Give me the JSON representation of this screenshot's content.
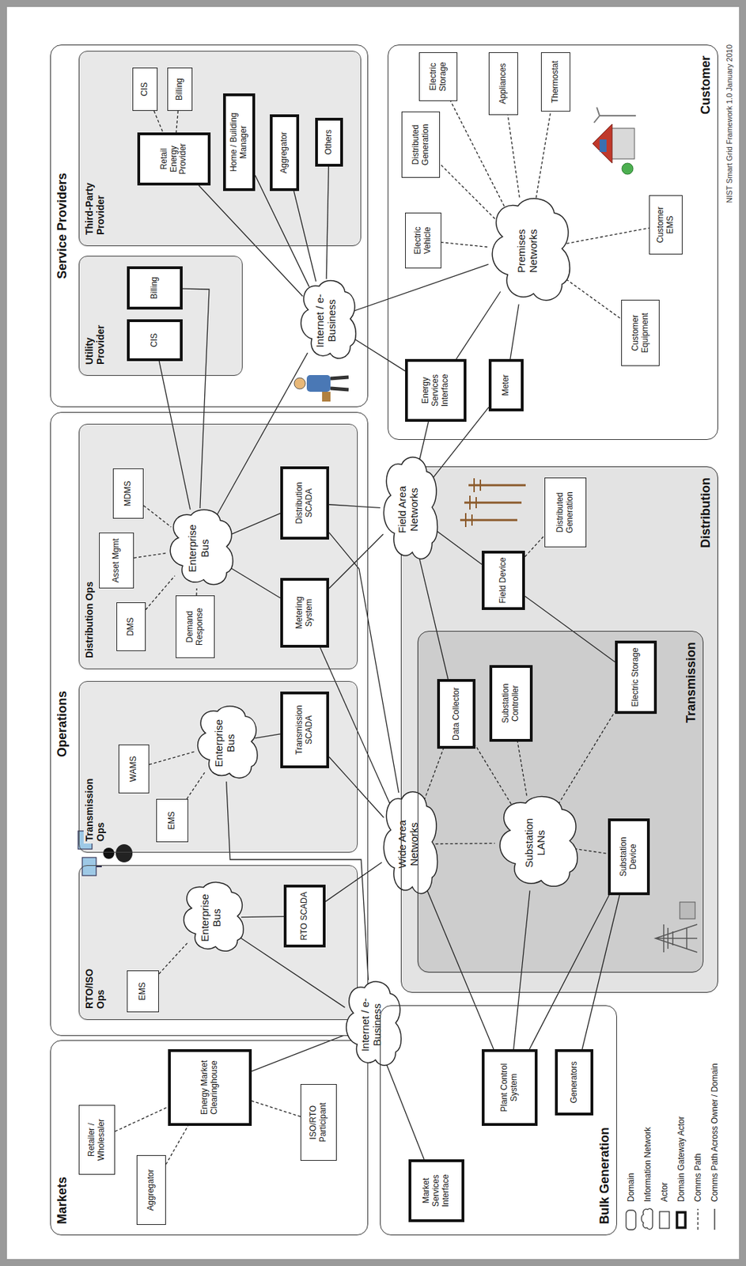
{
  "diagram": {
    "nodes": [
      {
        "text": [
          "Markets"
        ]
      },
      {
        "text": [
          "Retailer / Wholesaler"
        ],
        "in": 0
      },
      {
        "text": [
          "Aggregator"
        ],
        "in": 0
      },
      {
        "text": [
          "Energy Market Clearinghouse"
        ],
        "in": 0
      },
      {
        "text": [
          "ISO/RTO Participant"
        ],
        "in": 0
      },
      {
        "text": [
          "Operations"
        ]
      },
      {
        "text": [
          "RTO/ISO Ops"
        ],
        "in": 5
      },
      {
        "text": [
          "EMS"
        ],
        "in": 6
      },
      {
        "text": [
          "Enterprise Bus"
        ],
        "in": 6
      },
      {
        "text": [
          "RTO SCADA"
        ],
        "in": 6
      },
      {
        "text": [
          "Transmission Ops"
        ],
        "in": 5
      },
      {
        "text": [
          "EMS"
        ],
        "in": 10
      },
      {
        "text": [
          "WAMS"
        ],
        "in": 10
      },
      {
        "text": [
          "Enterprise Bus"
        ],
        "in": 10
      },
      {
        "text": [
          "Transmission SCADA"
        ],
        "in": 10
      },
      {
        "text": [
          "Distribution Ops"
        ],
        "in": 5
      },
      {
        "text": [
          "DMS"
        ],
        "in": 15
      },
      {
        "text": [
          "Asset Mgmt"
        ],
        "in": 15
      },
      {
        "text": [
          "MDMS"
        ],
        "in": 15
      },
      {
        "text": [
          "Demand Response"
        ],
        "in": 15
      },
      {
        "text": [
          "Enterprise Bus"
        ],
        "in": 15
      },
      {
        "text": [
          "Metering System"
        ],
        "in": 15
      },
      {
        "text": [
          "Distribution SCADA"
        ],
        "in": 15
      },
      {
        "text": [
          "Service Providers"
        ]
      },
      {
        "text": [
          "Utility Provider"
        ],
        "in": 23
      },
      {
        "text": [
          "CIS"
        ],
        "in": 24
      },
      {
        "text": [
          "Billing"
        ],
        "in": 24
      },
      {
        "text": [
          "Third-Party Provider"
        ],
        "in": 23
      },
      {
        "text": [
          "CIS"
        ],
        "in": 27
      },
      {
        "text": [
          "Billing"
        ],
        "in": 27
      },
      {
        "text": [
          "Retail Energy Provider"
        ],
        "in": 27
      },
      {
        "text": [
          "Home / Building Manager"
        ],
        "in": 27
      },
      {
        "text": [
          "Aggregator"
        ],
        "in": 27
      },
      {
        "text": [
          "Others"
        ],
        "in": 27
      },
      {
        "text": [
          "Internet / e-Business"
        ],
        "in": 23
      },
      {
        "text": [
          "Internet / e-Business"
        ]
      },
      {
        "text": [
          "Bulk Generation"
        ]
      },
      {
        "text": [
          "Market Services Interface"
        ],
        "in": 36
      },
      {
        "text": [
          "Plant Control System"
        ],
        "in": 36
      },
      {
        "text": [
          "Generators"
        ],
        "in": 36
      },
      {
        "text": [
          "Wide Area Networks"
        ]
      },
      {
        "text": [
          "Distribution"
        ]
      },
      {
        "text": [
          "Transmission"
        ],
        "in": 41
      },
      {
        "text": [
          "Substation LANs"
        ],
        "in": 42
      },
      {
        "text": [
          "Data Collector"
        ],
        "in": 42
      },
      {
        "text": [
          "Substation Controller"
        ],
        "in": 42
      },
      {
        "text": [
          "Substation Device"
        ],
        "in": 42
      },
      {
        "text": [
          "Electric Storage"
        ],
        "in": 42
      },
      {
        "text": [
          "Field Device"
        ],
        "in": 41
      },
      {
        "text": [
          "Distributed Generation"
        ],
        "in": 41
      },
      {
        "text": [
          "Field Area Networks"
        ]
      },
      {
        "text": [
          "Customer"
        ]
      },
      {
        "text": [
          "Energy Services Interface"
        ],
        "in": 51
      },
      {
        "text": [
          "Meter"
        ],
        "in": 51
      },
      {
        "text": [
          "Premises Networks"
        ],
        "in": 51
      },
      {
        "text": [
          "Electric Vehicle"
        ],
        "in": 51
      },
      {
        "text": [
          "Distributed Generation"
        ],
        "in": 51
      },
      {
        "text": [
          "Electric Storage"
        ],
        "in": 51
      },
      {
        "text": [
          "Appliances"
        ],
        "in": 51
      },
      {
        "text": [
          "Thermostat"
        ],
        "in": 51
      },
      {
        "text": [
          "Customer Equipment"
        ],
        "in": 51
      },
      {
        "text": [
          "Customer EMS"
        ],
        "in": 51
      }
    ],
    "edges": [
      {
        "from": 1,
        "to": 3,
        "arrow": "none"
      },
      {
        "from": 2,
        "to": 3,
        "arrow": "none"
      },
      {
        "from": 4,
        "to": 3,
        "arrow": "none"
      },
      {
        "from": 3,
        "to": 35,
        "arrow": "none"
      },
      {
        "from": 7,
        "to": 8,
        "arrow": "none"
      },
      {
        "from": 8,
        "to": 9,
        "arrow": "none"
      },
      {
        "from": 8,
        "to": 35,
        "arrow": "none"
      },
      {
        "from": 9,
        "to": 40,
        "arrow": "none"
      },
      {
        "from": 13,
        "to": 35,
        "arrow": "none"
      },
      {
        "from": 11,
        "to": 13,
        "arrow": "none"
      },
      {
        "from": 12,
        "to": 13,
        "arrow": "none"
      },
      {
        "from": 13,
        "to": 14,
        "arrow": "none"
      },
      {
        "from": 14,
        "to": 40,
        "arrow": "none"
      },
      {
        "from": 16,
        "to": 20,
        "arrow": "none"
      },
      {
        "from": 17,
        "to": 20,
        "arrow": "none"
      },
      {
        "from": 18,
        "to": 20,
        "arrow": "none"
      },
      {
        "from": 19,
        "to": 20,
        "arrow": "none"
      },
      {
        "from": 20,
        "to": 21,
        "arrow": "none"
      },
      {
        "from": 20,
        "to": 22,
        "arrow": "none"
      },
      {
        "from": 20,
        "to": 25,
        "arrow": "none"
      },
      {
        "from": 20,
        "to": 26,
        "arrow": "none"
      },
      {
        "from": 20,
        "to": 34,
        "arrow": "none"
      },
      {
        "from": 21,
        "to": 50,
        "arrow": "none"
      },
      {
        "from": 21,
        "to": 40,
        "arrow": "none"
      },
      {
        "from": 22,
        "to": 50,
        "arrow": "none"
      },
      {
        "from": 22,
        "to": 40,
        "arrow": "none"
      },
      {
        "from": 28,
        "to": 30,
        "arrow": "none"
      },
      {
        "from": 29,
        "to": 30,
        "arrow": "none"
      },
      {
        "from": 30,
        "to": 34,
        "arrow": "none"
      },
      {
        "from": 31,
        "to": 34,
        "arrow": "none"
      },
      {
        "from": 32,
        "to": 34,
        "arrow": "none"
      },
      {
        "from": 33,
        "to": 34,
        "arrow": "none"
      },
      {
        "from": 34,
        "to": 52,
        "arrow": "none"
      },
      {
        "from": 34,
        "to": 54,
        "arrow": "none"
      },
      {
        "from": 52,
        "to": 54,
        "arrow": "none"
      },
      {
        "from": 53,
        "to": 54,
        "arrow": "none"
      },
      {
        "from": 52,
        "to": 50,
        "arrow": "none"
      },
      {
        "from": 53,
        "to": 50,
        "arrow": "none"
      },
      {
        "from": 54,
        "to": 55,
        "arrow": "none"
      },
      {
        "from": 54,
        "to": 56,
        "arrow": "none"
      },
      {
        "from": 54,
        "to": 57,
        "arrow": "none"
      },
      {
        "from": 54,
        "to": 58,
        "arrow": "none"
      },
      {
        "from": 54,
        "to": 59,
        "arrow": "none"
      },
      {
        "from": 54,
        "to": 60,
        "arrow": "none"
      },
      {
        "from": 54,
        "to": 61,
        "arrow": "none"
      },
      {
        "from": 50,
        "to": 44,
        "arrow": "none"
      },
      {
        "from": 50,
        "to": 48,
        "arrow": "none"
      },
      {
        "from": 48,
        "to": 49,
        "arrow": "none"
      },
      {
        "from": 48,
        "to": 47,
        "arrow": "none"
      },
      {
        "from": 40,
        "to": 43,
        "arrow": "none"
      },
      {
        "from": 43,
        "to": 44,
        "arrow": "none"
      },
      {
        "from": 43,
        "to": 45,
        "arrow": "none"
      },
      {
        "from": 43,
        "to": 47,
        "arrow": "none"
      },
      {
        "from": 43,
        "to": 46,
        "arrow": "none"
      },
      {
        "from": 40,
        "to": 44,
        "arrow": "none"
      },
      {
        "from": 43,
        "to": 38,
        "arrow": "none"
      },
      {
        "from": 40,
        "to": 38,
        "arrow": "none"
      },
      {
        "from": 46,
        "to": 39,
        "arrow": "none"
      },
      {
        "from": 46,
        "to": 38,
        "arrow": "none"
      },
      {
        "from": 35,
        "to": 37,
        "arrow": "none"
      }
    ],
    "labels": [
      "NIST Smart Grid Framework 1.0 January 2010"
    ],
    "legend": [
      {
        "text": "Domain"
      },
      {
        "text": "Information Network"
      },
      {
        "text": "Actor"
      },
      {
        "text": "Domain Gateway Actor"
      },
      {
        "text": "Comms Path"
      },
      {
        "text": "Comms Path Across Owner / Domain"
      }
    ]
  }
}
